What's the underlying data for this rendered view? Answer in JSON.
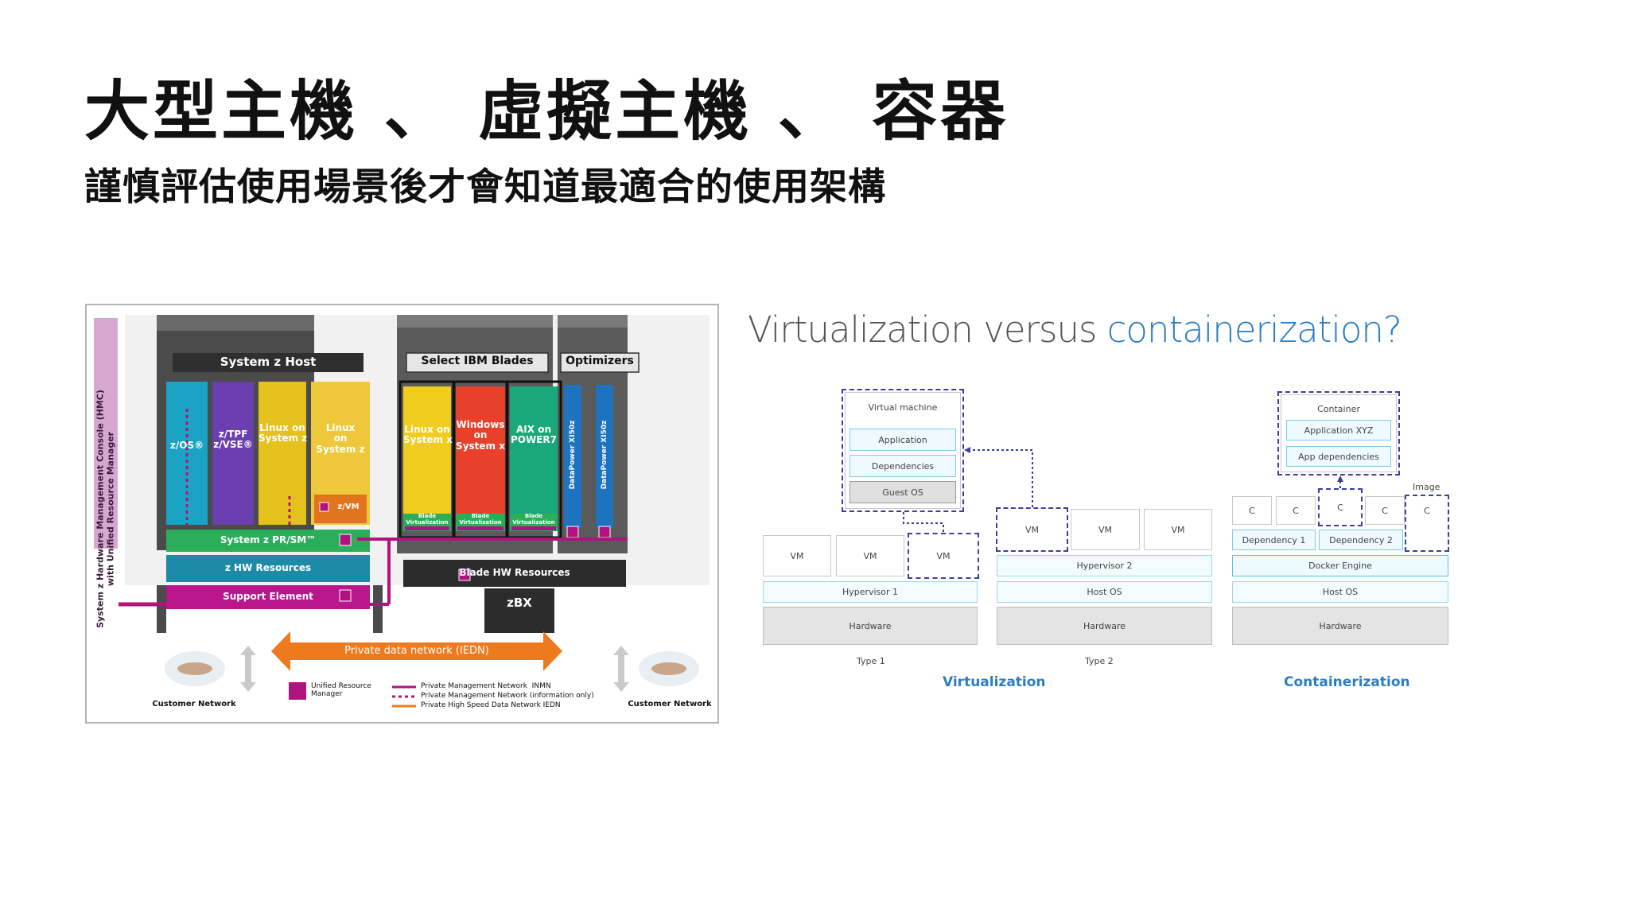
{
  "slide": {
    "title": "大型主機 、 虛擬主機 、 容器",
    "subtitle": "謹慎評估使用場景後才會知道最適合的使用架構"
  },
  "mainframe": {
    "hmc_label_line1": "System z Hardware Management Console (HMC)",
    "hmc_label_line2": "with Unified Resource Manager",
    "host_header": "System z Host",
    "blades_header": "Select IBM Blades",
    "optimizers_header": "Optimizers",
    "host_columns": [
      "z/OS®",
      "z/TPF\nz/VSE®",
      "Linux on\nSystem z",
      "Linux\non\nSystem z"
    ],
    "zvm": "z/VM",
    "prsm": "System z PR/SM™",
    "zhw": "z HW Resources",
    "support": "Support Element",
    "blade_columns": [
      "Linux on\nSystem x",
      "Windows\non\nSystem x",
      "AIX on\nPOWER7"
    ],
    "blade_virt": "Blade\nVirtualization",
    "datapower": [
      "DataPower XI50z",
      "DataPower XI50z"
    ],
    "blade_hw": "Blade HW Resources",
    "zbx": "zBX",
    "iedn": "Private data network (IEDN)",
    "customer_network": "Customer Network",
    "legend_urm": "Unified Resource\nManager",
    "legend_items": [
      "Private Management Network  INMN",
      "Private Management Network (information only)",
      "Private High Speed Data Network IEDN"
    ],
    "colors": {
      "zos": "#1aa3c4",
      "ztpf": "#6b3fb0",
      "linux": "#e5c11c",
      "linux2": "#eec83a",
      "prsm": "#2aae5a",
      "zhw": "#1d8aa8",
      "support": "#b8168a",
      "magenta": "#b0137f",
      "blade_linux": "#f0cc1c",
      "blade_win": "#e8402a",
      "blade_aix": "#1aa87a",
      "datapower": "#1e73c0",
      "iedn": "#ee7a1e"
    }
  },
  "virt": {
    "title_plain": "Virtualization versus ",
    "title_highlight": "containerization?",
    "vm_panel": {
      "title": "Virtual machine",
      "rows": [
        "Application",
        "Dependencies",
        "Guest OS"
      ]
    },
    "type1": {
      "vms": [
        "VM",
        "VM",
        "VM"
      ],
      "hypervisor": "Hypervisor 1",
      "hardware": "Hardware",
      "label": "Type 1"
    },
    "type2": {
      "vms": [
        "VM",
        "VM",
        "VM"
      ],
      "hypervisor": "Hypervisor 2",
      "hostos": "Host OS",
      "hardware": "Hardware",
      "label": "Type 2"
    },
    "virt_caption": "Virtualization",
    "container_panel": {
      "title": "Container",
      "rows": [
        "Application XYZ",
        "App dependencies"
      ]
    },
    "image_label": "Image",
    "containers": [
      "C",
      "C",
      "C",
      "C",
      "C"
    ],
    "dependencies": [
      "Dependency 1",
      "Dependency 2"
    ],
    "docker": "Docker Engine",
    "c_hostos": "Host OS",
    "c_hardware": "Hardware",
    "cont_caption": "Containerization",
    "accent": "#2b7dc3"
  }
}
